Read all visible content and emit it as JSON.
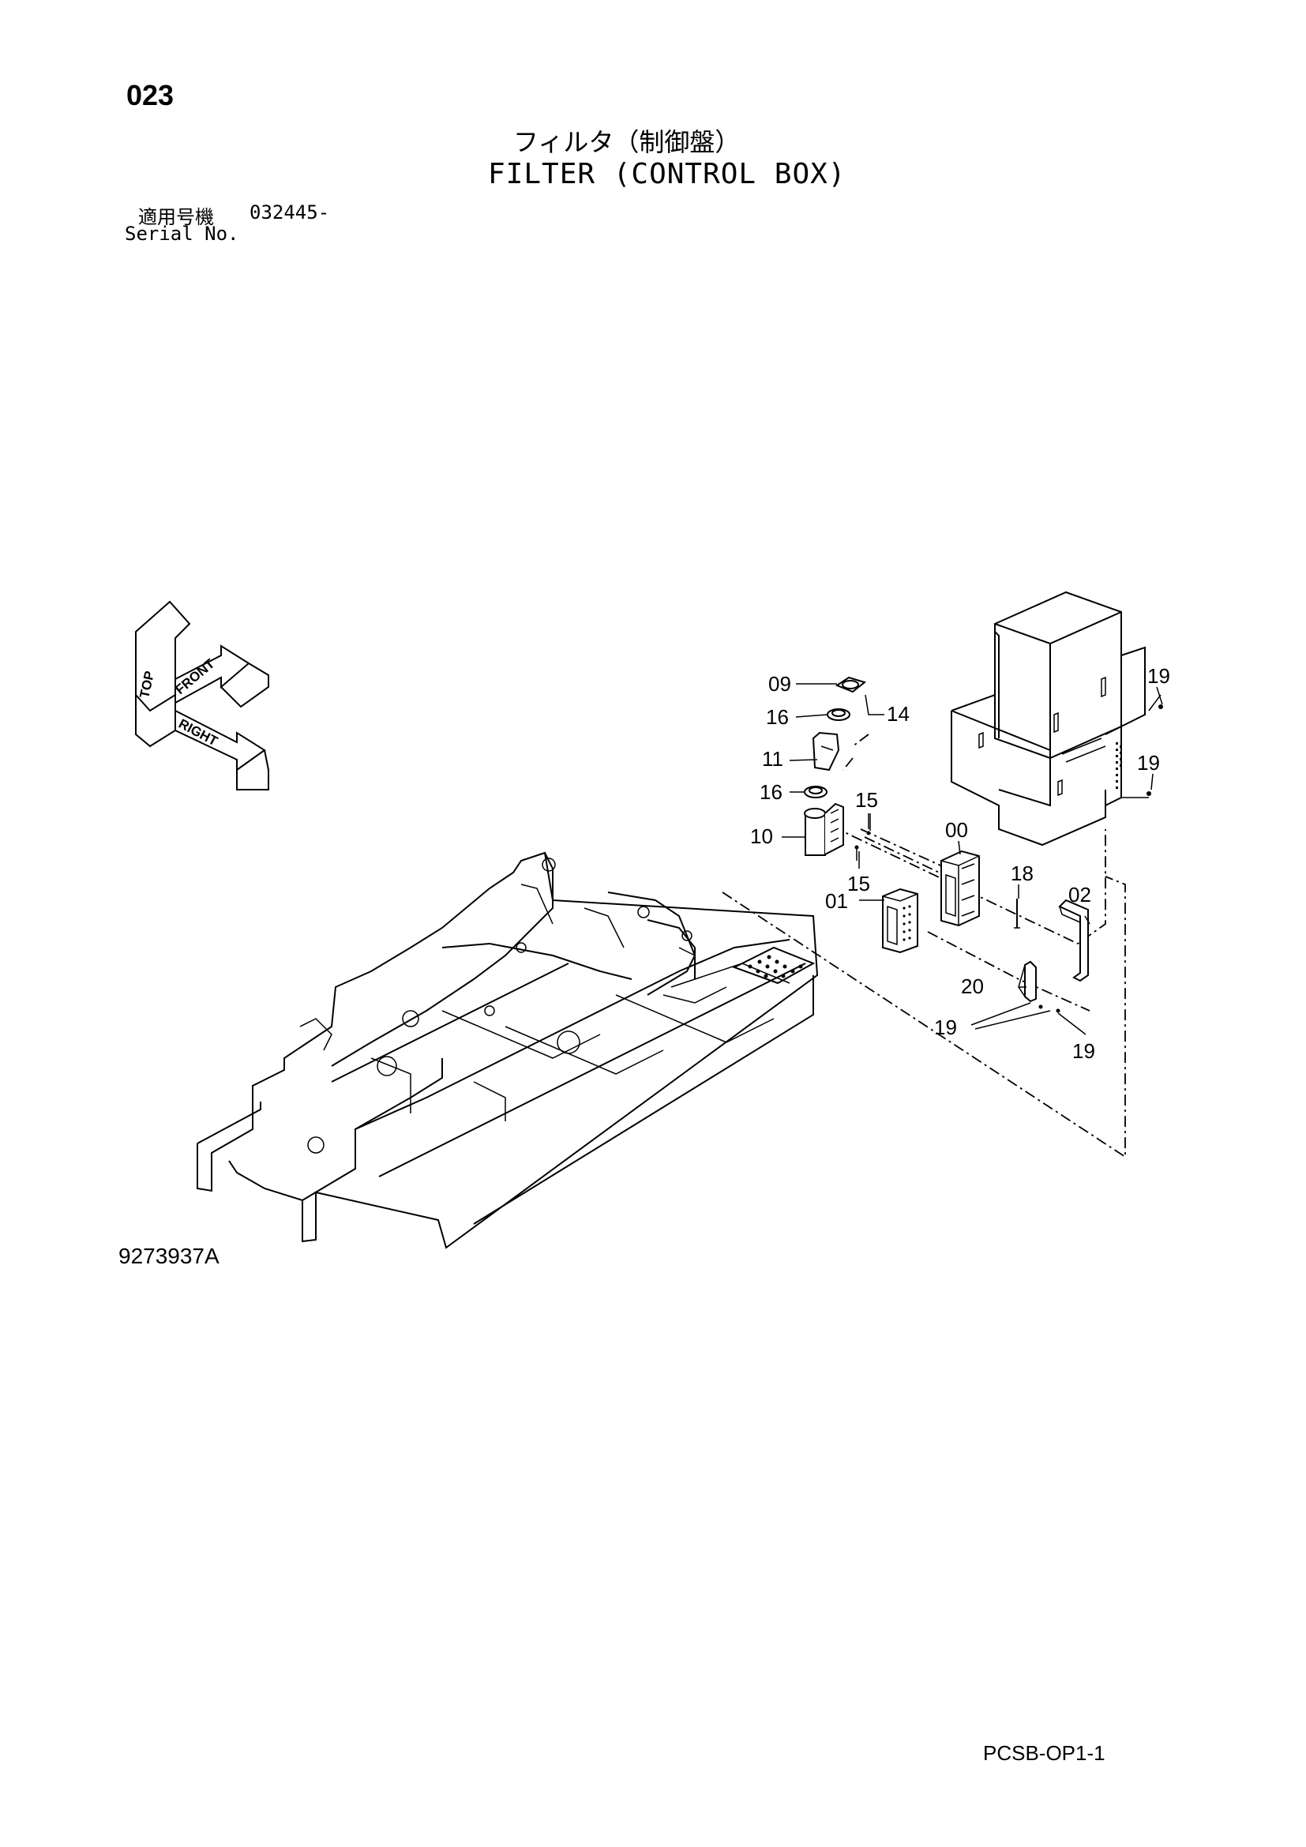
{
  "page_number": "023",
  "title_jp": "フィルタ（制御盤）",
  "title_en": "FILTER (CONTROL BOX)",
  "serial": {
    "label_jp": "適用号機",
    "value": "032445-",
    "label_en": "Serial No."
  },
  "orientation_labels": [
    "TOP",
    "FRONT",
    "RIGHT"
  ],
  "callouts": [
    "09",
    "14",
    "16",
    "11",
    "16",
    "15",
    "10",
    "15",
    "00",
    "18",
    "01",
    "02",
    "20",
    "19",
    "19",
    "19",
    "19"
  ],
  "drawing_number": "9273937A",
  "page_code": "PCSB-OP1-1"
}
